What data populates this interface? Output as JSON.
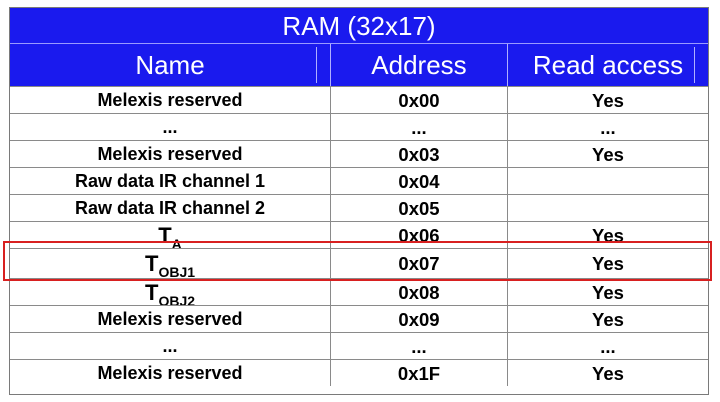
{
  "table": {
    "title": "RAM (32x17)",
    "headers": {
      "name": "Name",
      "address": "Address",
      "read_access": "Read access"
    },
    "rows": [
      {
        "name": "Melexis reserved",
        "address": "0x00",
        "read": "Yes"
      },
      {
        "name": "...",
        "address": "...",
        "read": "..."
      },
      {
        "name": "Melexis reserved",
        "address": "0x03",
        "read": "Yes"
      },
      {
        "name": "Raw data IR channel 1",
        "address": "0x04",
        "read": ""
      },
      {
        "name": "Raw data IR channel 2",
        "address": "0x05",
        "read": ""
      },
      {
        "name_main": "T",
        "name_sub": "A",
        "address": "0x06",
        "read": "Yes"
      },
      {
        "name_main": "T",
        "name_sub": "OBJ1",
        "address": "0x07",
        "read": "Yes"
      },
      {
        "name_main": "T",
        "name_sub": "OBJ2",
        "address": "0x08",
        "read": "Yes"
      },
      {
        "name": "Melexis reserved",
        "address": "0x09",
        "read": "Yes"
      },
      {
        "name": "...",
        "address": "...",
        "read": "..."
      },
      {
        "name": "Melexis reserved",
        "address": "0x1F",
        "read": "Yes"
      }
    ]
  },
  "highlight": {
    "color": "#d82020",
    "row_address": "0x07"
  },
  "colors": {
    "header_bg": "#1a1aee",
    "header_text": "#ffffff",
    "grid": "#8a8a8a"
  }
}
